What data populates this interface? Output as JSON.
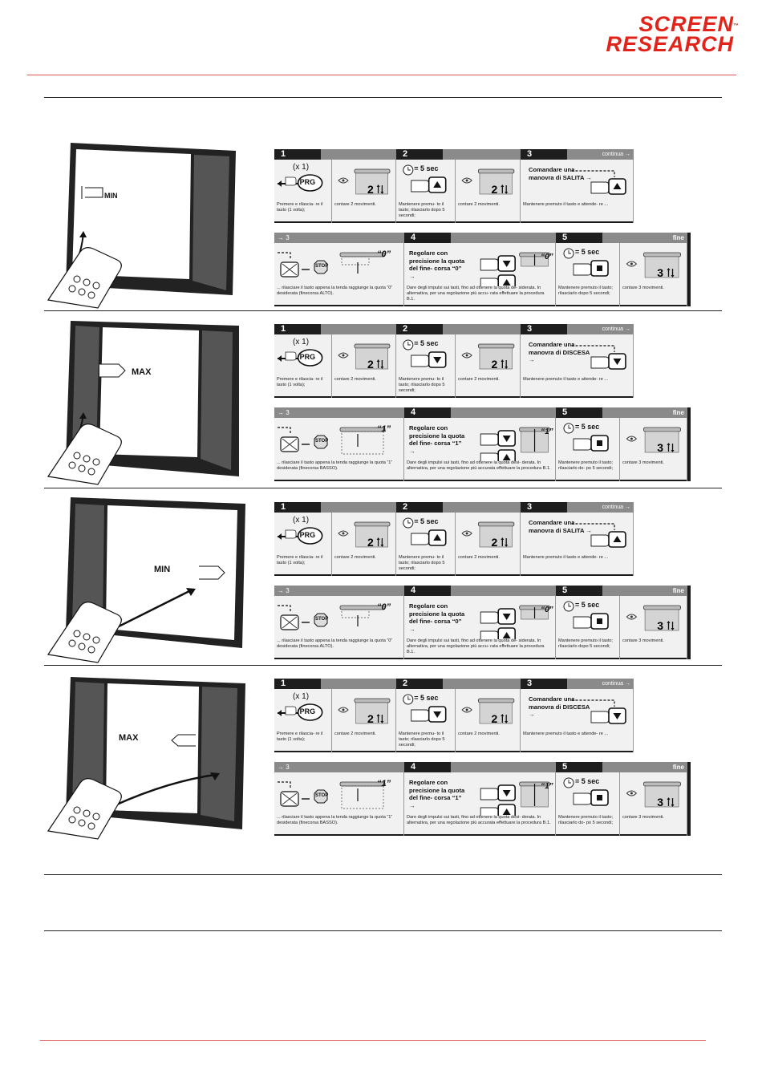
{
  "brand": {
    "line1": "SCREEN",
    "line2": "RESEARCH",
    "tm": "™",
    "color": "#e2231a"
  },
  "panels": [
    {
      "label": "MIN",
      "dir": "up",
      "row1_steps": [
        {
          "num": "1",
          "text": "(x 1)",
          "icon_label": "PRG",
          "caption": "Premere e rilascia- re il tasto (1 volta);"
        },
        {
          "caption": "contare 2 movimenti."
        },
        {
          "num": "2",
          "time": "= 5 sec",
          "caption": "Mantenere premu- to il tasto; rilasciarlo dopo 5 secondi;"
        },
        {
          "caption": "contare 2 movimenti."
        },
        {
          "num": "3",
          "continua": "continua →",
          "action": "Comandare una manovra di SALITA →",
          "caption": "Mantenere premuto il tasto e attende- re ..."
        }
      ],
      "row2_steps": [
        {
          "prev": "→ 3",
          "quote": "“0”",
          "stop": "STOP",
          "caption": "... rilasciare il tasto appena la tenda raggiunge la quota “0” desiderata (finecorsa ALTO)."
        },
        {
          "num": "4",
          "adjust": "Regolare con precisione la quota del fine- corsa “0” →",
          "quote": "“0”",
          "caption": "Dare degli impulsi sui tasti, fino ad ottenere la quota de- siderata. In alternativa, per una regolazione più accu- rata effettuare la procedura B.1."
        },
        {
          "num": "5",
          "fine": "fine",
          "time": "= 5 sec",
          "caption": "Mantenere premuto il tasto; rilasciarlo dopo 5 secondi;"
        },
        {
          "caption": "contare 3 movimenti."
        }
      ]
    },
    {
      "label": "MAX",
      "dir": "down",
      "row1_steps": [
        {
          "num": "1",
          "text": "(x 1)",
          "icon_label": "PRG",
          "caption": "Premere e rilascia- re il tasto (1 volta);"
        },
        {
          "caption": "contare 2 movimenti."
        },
        {
          "num": "2",
          "time": "= 5 sec",
          "caption": "Mantenere premu- to il tasto; rilasciarlo dopo 5 secondi;"
        },
        {
          "caption": "contare 2 movimenti."
        },
        {
          "num": "3",
          "continua": "continua →",
          "action": "Comandare una manovra di DISCESA →",
          "caption": "Mantenere premuto il tasto e attende- re ..."
        }
      ],
      "row2_steps": [
        {
          "prev": "→ 3",
          "quote": "“1”",
          "stop": "STOP",
          "caption": "... rilasciare il tasto appena la tenda raggiunge la quota “1” desiderata (finecorsa BASSO)."
        },
        {
          "num": "4",
          "adjust": "Regolare con precisione la quota del fine- corsa “1” →",
          "quote": "“1”",
          "caption": "Dare degli impulsi sui tasti, fino ad ottenere la quota desi- derata. In alternativa, per una regolazione più accurata effettuare la procedura B.1."
        },
        {
          "num": "5",
          "fine": "fine",
          "time": "= 5 sec",
          "caption": "Mantenere premuto il tasto; rilasciarlo do- po 5 secondi;"
        },
        {
          "caption": "contare 3 movimenti."
        }
      ]
    },
    {
      "label": "MIN",
      "dir": "up",
      "row1_steps": [
        {
          "num": "1",
          "text": "(x 1)",
          "icon_label": "PRG",
          "caption": "Premere e rilascia- re il tasto (1 volta);"
        },
        {
          "caption": "contare 2 movimenti."
        },
        {
          "num": "2",
          "time": "= 5 sec",
          "caption": "Mantenere premu- to il tasto; rilasciarlo dopo 5 secondi;"
        },
        {
          "caption": "contare 2 movimenti."
        },
        {
          "num": "3",
          "continua": "continua →",
          "action": "Comandare una manovra di SALITA →",
          "caption": "Mantenere premuto il tasto e attende- re ..."
        }
      ],
      "row2_steps": [
        {
          "prev": "→ 3",
          "quote": "“0”",
          "stop": "STOP",
          "caption": "... rilasciare il tasto appena la tenda raggiunge la quota “0” desiderata (finecorsa ALTO)."
        },
        {
          "num": "4",
          "adjust": "Regolare con precisione la quota del fine- corsa “0” →",
          "quote": "“0”",
          "caption": "Dare degli impulsi sui tasti, fino ad ottenere la quota de- siderata. In alternativa, per una regolazione più accu- rata effettuare la procedura B.1."
        },
        {
          "num": "5",
          "fine": "fine",
          "time": "= 5 sec",
          "caption": "Mantenere premuto il tasto; rilasciarlo dopo 5 secondi;"
        },
        {
          "caption": "contare 3 movimenti."
        }
      ]
    },
    {
      "label": "MAX",
      "dir": "down",
      "row1_steps": [
        {
          "num": "1",
          "text": "(x 1)",
          "icon_label": "PRG",
          "caption": "Premere e rilascia- re il tasto (1 volta);"
        },
        {
          "caption": "contare 2 movimenti."
        },
        {
          "num": "2",
          "time": "= 5 sec",
          "caption": "Mantenere premu- to il tasto; rilasciarlo dopo 5 secondi;"
        },
        {
          "caption": "contare 2 movimenti."
        },
        {
          "num": "3",
          "continua": "continua →",
          "action": "Comandare una manovra di DISCESA →",
          "caption": "Mantenere premuto il tasto e attende- re ..."
        }
      ],
      "row2_steps": [
        {
          "prev": "→ 3",
          "quote": "“1”",
          "stop": "STOP",
          "caption": "... rilasciare il tasto appena la tenda raggiunge la quota “1” desiderata (finecorsa BASSO)."
        },
        {
          "num": "4",
          "adjust": "Regolare con precisione la quota del fine- corsa “1” →",
          "quote": "“1”",
          "caption": "Dare degli impulsi sui tasti, fino ad ottenere la quota desi- derata. In alternativa, per una regolazione più accurata effettuare la procedura B.1."
        },
        {
          "num": "5",
          "fine": "fine",
          "time": "= 5 sec",
          "caption": "Mantenere premuto il tasto; rilasciarlo do- po 5 secondi;"
        },
        {
          "caption": "contare 3 movimenti."
        }
      ]
    }
  ]
}
